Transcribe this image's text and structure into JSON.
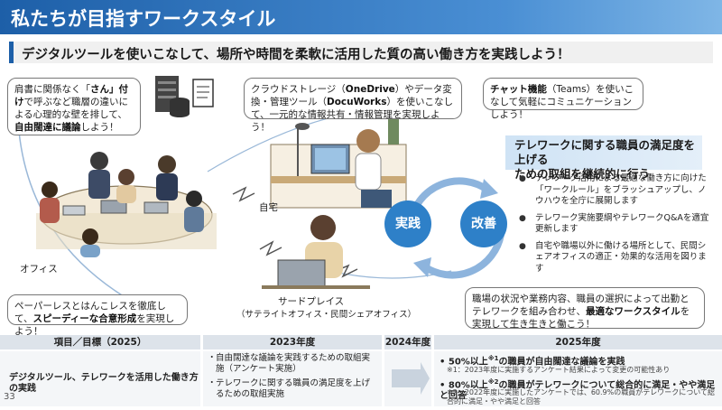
{
  "header": {
    "title": "私たちが目指すワークスタイル"
  },
  "subheading": "デジタルツールを使いこなして、場所や時間を柔軟に活用した質の高い働き方を実践しよう！",
  "bubbles": {
    "honorific_1": "肩書に関係なく「",
    "honorific_bold": "さん」付け",
    "honorific_2": "で呼ぶなど職層の違いによる心理的な壁を排して、",
    "honorific_bold2": "自由闊達に議論",
    "honorific_3": "しよう！",
    "cloud_1": "クラウドストレージ（",
    "cloud_b1": "OneDrive",
    "cloud_2": "）やデータ変換・管理ツール（",
    "cloud_b2": "DocuWorks",
    "cloud_3": "）を使いこなして、一元的な情報共有・情報管理を実現しよう！",
    "chat_b": "チャット機能",
    "chat_1": "（Teams）を使いこなして気軽にコミュニケーションしよう！",
    "paperless_1": "ペーパーレスとはんこレスを徹底して、",
    "paperless_b": "スピーディーな合意形成",
    "paperless_2": "を実現しよう！",
    "flex_1": "職場の状況や業務内容、職員の選択によって出勤とテレワークを組み合わせ、",
    "flex_b": "最適なワークスタイル",
    "flex_2": "を実現して生き生きと働こう！"
  },
  "places": {
    "office": "オフィス",
    "home": "自宅",
    "third_place": "サードプレイス",
    "third_place_sub": "（サテライトオフィス・民間シェアオフィス）"
  },
  "cycle": {
    "practice": "実践",
    "improve": "改善"
  },
  "satisfaction": {
    "heading_1": "テレワークに関する職員の満足度を上げる",
    "heading_2": "ための取組を継続的に行う",
    "items": [
      "テレワーク活用による最適な働き方に向けた「ワークルール」をブラッシュアップし、ノウハウを全庁に展開します",
      "テレワーク実施要綱やテレワークQ&Aを適宜更新します",
      "自宅や職場以外に働ける場所として、民間シェアオフィスの適正・効果的な活用を図ります"
    ]
  },
  "table": {
    "headers": [
      "項目／目標（2025）",
      "2023年度",
      "2024年度",
      "2025年度"
    ],
    "row_label": "デジタルツール、テレワークを活用した働き方の実践",
    "fy2023": [
      "自由闊達な議論を実践するための取組実施（アンケート実施）",
      "テレワークに関する職員の満足度を上げるための取組実施"
    ],
    "fy2025_1": "50%以上",
    "fy2025_1b": "の職員が自由闊達な議論を実践",
    "fy2025_1note": "※1：2023年度に実施するアンケート結果によって変更の可能性あり",
    "fy2025_2": "80%以上",
    "fy2025_2b": "の職員がテレワークについて総合的に満足・やや満足と回答",
    "fy2025_2note": "※2：2022年度に実施したアンケートでは、60.9%の職員がテレワークについて総合的に満足・やや満足と回答",
    "sup1": "※1",
    "sup2": "※2"
  },
  "page_number": "33",
  "colors": {
    "brand": "#1d5fa8",
    "cycle": "#2e80c8",
    "panel": "#cfe3f5"
  }
}
